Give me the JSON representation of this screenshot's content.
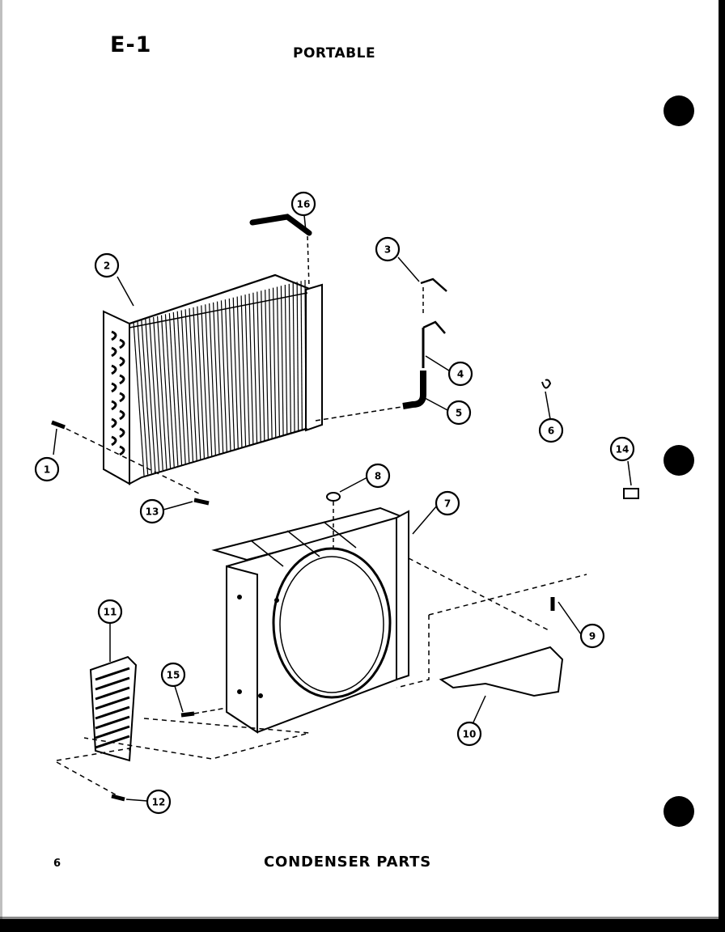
{
  "header": {
    "figure_code": "E-1",
    "model": "PORTABLE"
  },
  "footer": {
    "page_number": "6",
    "section_title": "CONDENSER PARTS"
  },
  "callouts": [
    "1",
    "2",
    "3",
    "4",
    "5",
    "6",
    "7",
    "8",
    "9",
    "10",
    "11",
    "12",
    "13",
    "14",
    "15",
    "16"
  ],
  "colors": {
    "ink": "#000000",
    "paper": "#ffffff"
  }
}
